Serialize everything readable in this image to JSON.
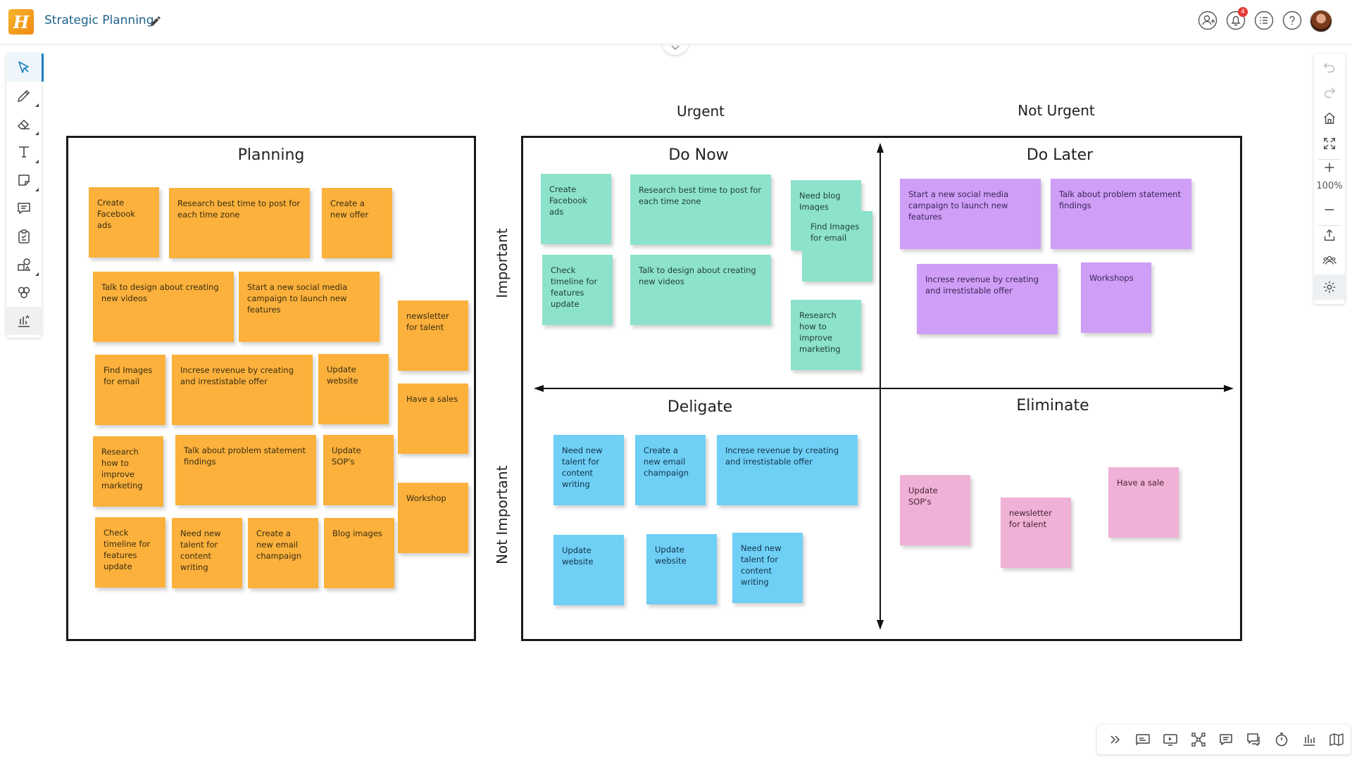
{
  "header": {
    "logo_letter": "H",
    "title": "Strategic Planning",
    "notification_count": "4",
    "icons": [
      "add-user-icon",
      "bell-icon",
      "list-icon",
      "help-icon",
      "avatar"
    ]
  },
  "left_toolbar": {
    "tools": [
      "select-icon",
      "pen-icon",
      "eraser-icon",
      "text-icon",
      "sticky-note-icon",
      "comment-icon",
      "clipboard-icon",
      "shapes-icon",
      "templates-icon",
      "chart-icon"
    ]
  },
  "right_toolbar": {
    "zoom": "100%",
    "tools": [
      "undo-icon",
      "redo-icon",
      "home-icon",
      "fit-screen-icon",
      "zoom-in-icon",
      "zoom-out-icon",
      "export-icon",
      "collaborators-icon",
      "settings-icon"
    ]
  },
  "bottom_toolbar": {
    "tools": [
      "collapse-icon",
      "screen-share-icon",
      "present-icon",
      "mind-map-icon",
      "chat-icon",
      "comments-icon",
      "timer-icon",
      "poll-icon",
      "map-icon"
    ]
  },
  "colors": {
    "orange": "#fbb13c",
    "teal": "#8de2cc",
    "purple": "#cf9ef7",
    "blue": "#6fcff5",
    "pink": "#efb2d6",
    "brand": "#1c5f8c"
  },
  "planning": {
    "title": "Planning",
    "notes": [
      "Create Facebook ads",
      "Research best time to post for each time zone",
      "Create a new offer",
      "Talk to design about creating new videos",
      "Start a new social media campaign to launch new features",
      "newsletter for talent",
      "Find Images for email",
      "Increse revenue by creating and irrestistable offer",
      "Update website",
      "Have a sales",
      "Research how to improve marketing",
      "Talk about problem statement findings",
      "Update SOP's",
      "Workshop",
      "Check timeline for features update",
      "Need new talent for content writing",
      "Create a new email champaign",
      "Blog images"
    ]
  },
  "matrix": {
    "col_urgent": "Urgent",
    "col_not_urgent": "Not Urgent",
    "row_important": "Important",
    "row_not_important": "Not Important",
    "do_now": {
      "title": "Do Now",
      "notes": [
        "Create Facebook ads",
        "Research best time to post for each time zone",
        "Need blog Images",
        "Find Images for email",
        "Check timeline for features update",
        "Talk to design about creating new videos",
        "Research how to improve marketing"
      ]
    },
    "do_later": {
      "title": "Do Later",
      "notes": [
        "Start a new social media campaign to launch new features",
        "Talk about problem statement findings",
        "Increse revenue by creating and irrestistable offer",
        "Workshops"
      ]
    },
    "delegate": {
      "title": "Deligate",
      "notes": [
        "Need new talent for content writing",
        "Create a new email champaign",
        "Increse revenue by creating and irrestistable offer",
        "Update website",
        "Update website",
        "Need new talent for content writing"
      ]
    },
    "eliminate": {
      "title": "Eliminate",
      "notes": [
        "Update SOP's",
        "newsletter for talent",
        "Have a sale"
      ]
    }
  }
}
